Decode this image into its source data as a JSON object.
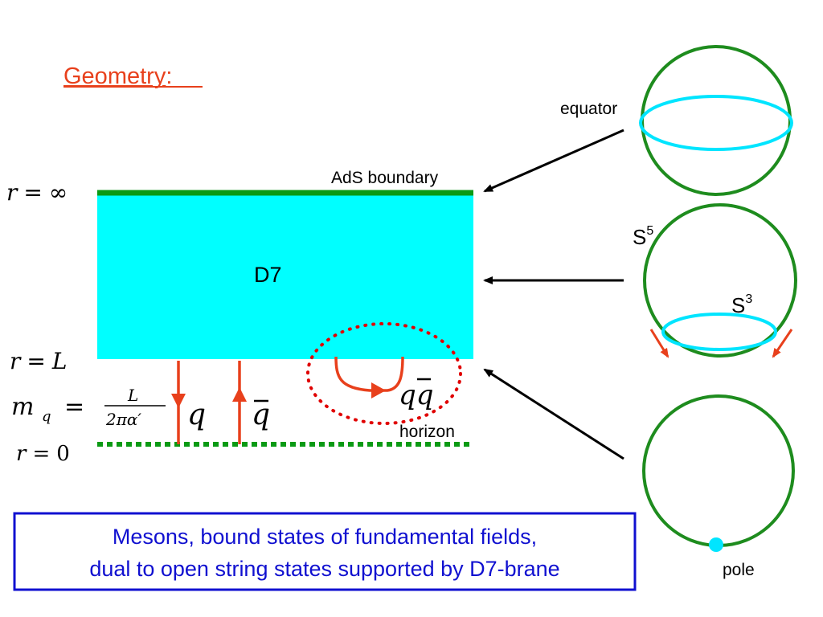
{
  "title": {
    "text": "Geometry",
    "suffix": ":"
  },
  "labels": {
    "equator": "equator",
    "ads_boundary": "AdS boundary",
    "d7": "D7",
    "s5": "S",
    "s5_sup": "5",
    "s3": "S",
    "s3_sup": "3",
    "horizon": "horizon",
    "pole": "pole"
  },
  "math": {
    "r_infinity_lhs": "r",
    "r_infinity_eq": "=",
    "r_infinity_rhs": "∞",
    "r_L_lhs": "r",
    "r_L_eq": "=",
    "r_L_rhs": "L",
    "mq_lhs": "m",
    "mq_sub": "q",
    "mq_eq": "=",
    "mq_num": "L",
    "mq_den": "2πα′",
    "r_zero_lhs": "r",
    "r_zero_eq": "=",
    "r_zero_rhs": "0",
    "q_label": "q",
    "qbar_label": "q",
    "qqbar_q": "q",
    "qqbar_qbar": "q"
  },
  "caption": {
    "line1": "Mesons, bound states of fundamental fields,",
    "line2": "dual to open string states supported by D7-brane"
  },
  "colors": {
    "title": "#e8401c",
    "green": "#0a9a14",
    "cyan": "#00ffff",
    "sphere_green": "#1e8c1e",
    "string": "#e8401c",
    "dotted_circle": "#e00000",
    "caption_text": "#1010d0",
    "caption_border": "#1010d0",
    "arrow": "#000000"
  }
}
